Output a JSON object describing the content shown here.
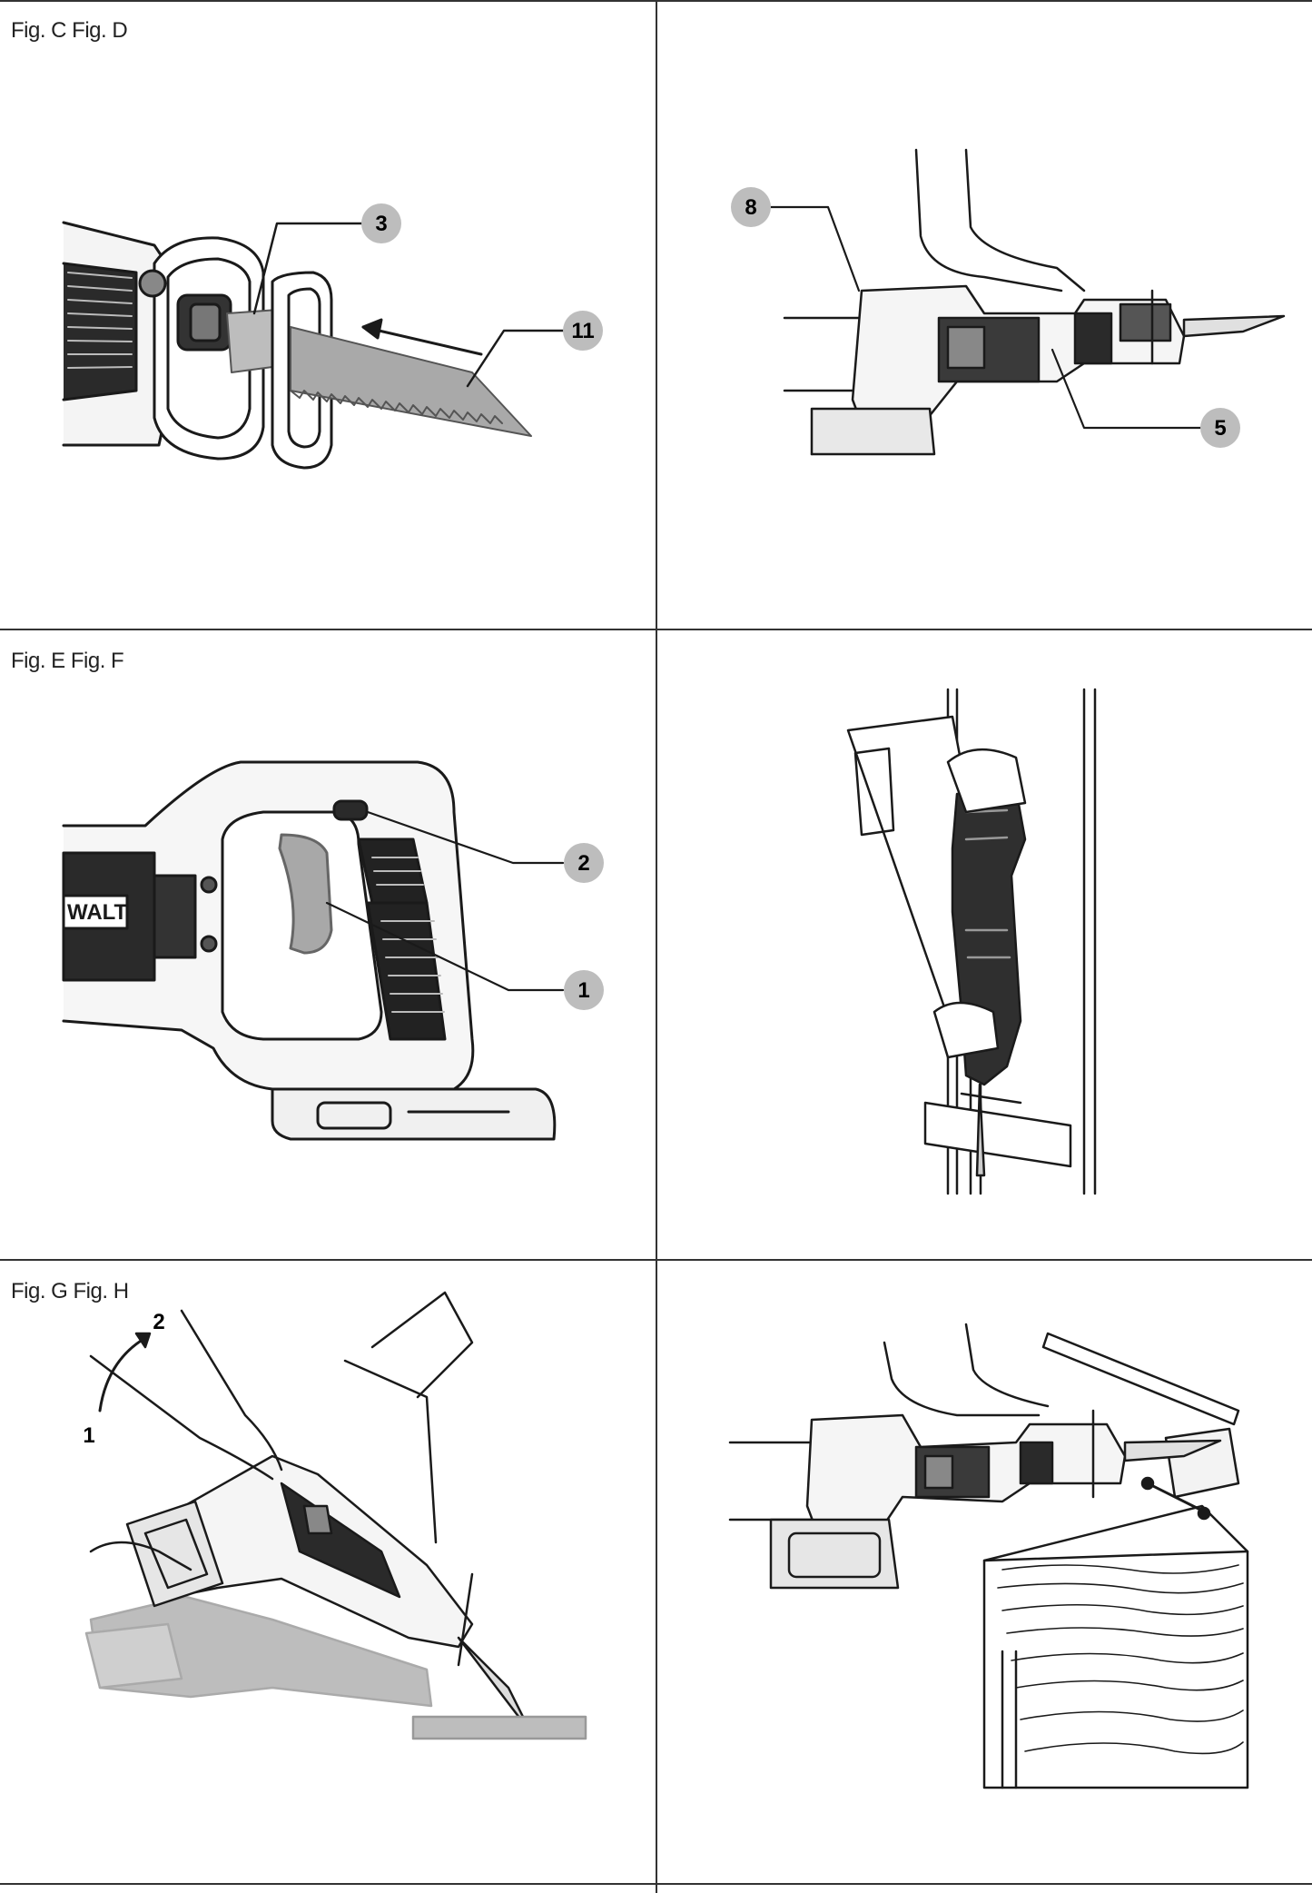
{
  "rows": [
    {
      "label": "Fig. C Fig. D"
    },
    {
      "label": "Fig. E Fig. F"
    },
    {
      "label": "Fig. G Fig. H"
    }
  ],
  "fig_c": {
    "callouts": [
      "3",
      "11"
    ]
  },
  "fig_d": {
    "callouts": [
      "8",
      "5"
    ]
  },
  "fig_e": {
    "callouts": [
      "2",
      "1"
    ],
    "brand": "WALT"
  },
  "fig_g": {
    "steps": [
      "2",
      "1"
    ]
  }
}
